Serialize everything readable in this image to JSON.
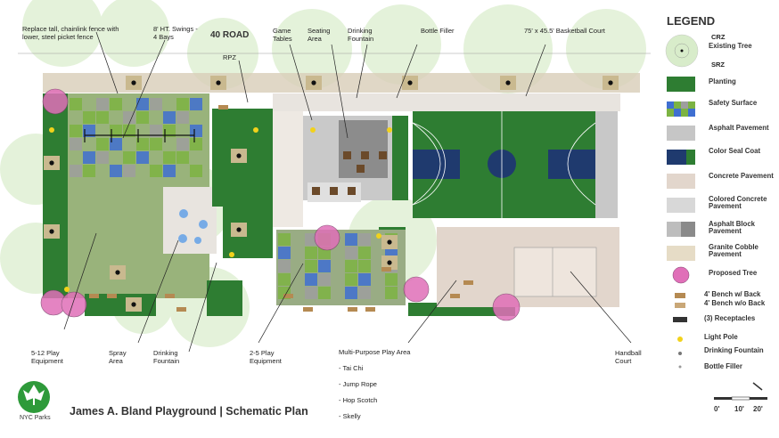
{
  "road_label": "40 ROAD",
  "plan_title": "James A. Bland Playground  |  Schematic Plan",
  "logo_text": "NYC Parks",
  "callouts": {
    "fence": "Replace tall, chainlink fence with lower, steel picket fence",
    "swings": "8' HT. Swings - 4 Bays",
    "rpz": "RPZ",
    "game_tables": "Game Tables",
    "seating": "Seating Area",
    "fountain_top": "Drinking Fountain",
    "bottle_filler": "Bottle Filler",
    "basketball": "75' x 45.5' Basketball Court",
    "play_5_12": "5-12 Play Equipment",
    "spray": "Spray Area",
    "fountain_bottom": "Drinking Fountain",
    "play_2_5": "2-5 Play Equipment",
    "multi_purpose": "Multi-Purpose Play Area",
    "multi_items": [
      "- Tai Chi",
      "- Jump Rope",
      "- Hop Scotch",
      "- Skelly"
    ],
    "handball": "Handball Court"
  },
  "legend": {
    "title": "LEGEND",
    "crz": "CRZ",
    "srz": "SRZ",
    "items": [
      {
        "label": "Existing Tree",
        "swatch": "tree"
      },
      {
        "label": "Planting",
        "swatch": "planting"
      },
      {
        "label": "Safety Surface",
        "swatch": "safety"
      },
      {
        "label": "Asphalt Pavement",
        "swatch": "asphalt"
      },
      {
        "label": "Color Seal Coat",
        "swatch": "seal"
      },
      {
        "label": "Concrete Pavement",
        "swatch": "concrete"
      },
      {
        "label": "Colored Concrete Pavement",
        "swatch": "colored"
      },
      {
        "label": "Asphalt Block Pavement",
        "swatch": "block"
      },
      {
        "label": "Granite Cobble Pavement",
        "swatch": "cobble"
      },
      {
        "label": "Proposed Tree",
        "swatch": "proposed"
      },
      {
        "label": "4' Bench w/ Back",
        "swatch": "bench"
      },
      {
        "label": "4' Bench w/o Back",
        "swatch": "bench2"
      },
      {
        "label": "(3) Receptacles",
        "swatch": "receptacle"
      },
      {
        "label": "Light Pole",
        "swatch": "light"
      },
      {
        "label": "Drinking Fountain",
        "swatch": "fountain"
      },
      {
        "label": "Bottle Filler",
        "swatch": "filler"
      }
    ]
  },
  "scale": {
    "labels": [
      "0'",
      "10'",
      "20'"
    ]
  },
  "colors": {
    "planting": "#2e7d32",
    "safety_green": "#7cb342",
    "safety_blue": "#3f6fd1",
    "safety_gray": "#9e9e9e",
    "asphalt": "#c6c6c6",
    "seal_navy": "#1f3a6e",
    "concrete": "#e2d6cc",
    "tree_canopy": "#bfe0a8",
    "proposed_tree": "#e06fb8",
    "bench": "#b58a52",
    "light_pole": "#f2d21b"
  }
}
